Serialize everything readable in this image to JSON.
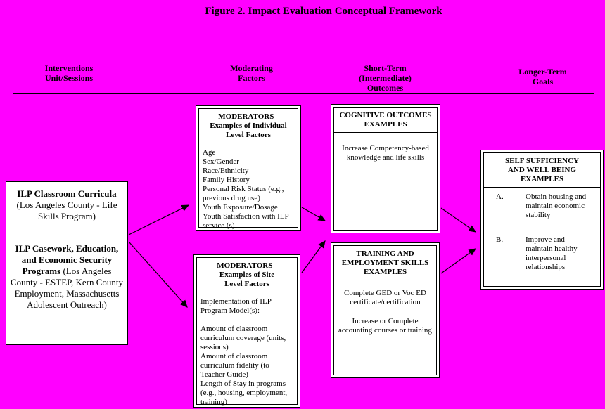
{
  "colors": {
    "background": "#FF00FF",
    "box_bg": "#FFFFFF",
    "line": "#000000"
  },
  "title": "Figure 2. Impact Evaluation Conceptual Framework",
  "columns": [
    {
      "lines": [
        "Interventions",
        "Unit/Sessions"
      ]
    },
    {
      "lines": [
        "Moderating",
        "Factors"
      ]
    },
    {
      "lines": [
        "Short-Term",
        "(Intermediate)",
        "Outcomes"
      ]
    },
    {
      "lines": [
        "Longer-Term",
        "Goals"
      ]
    }
  ],
  "boxes": {
    "interventions": {
      "para1_bold": "ILP Classroom Curricula",
      "para1_rest": "(Los Angeles County - Life Skills Program)",
      "para2_bold": "ILP Casework, Education, and Economic Security Programs",
      "para2_rest": " (Los Angeles County - ESTEP, Kern County Employment, Massachusetts Adolescent Outreach)"
    },
    "moderators_individual": {
      "header": [
        "MODERATORS -",
        "Examples of Individual",
        "Level Factors"
      ],
      "items": [
        "Age",
        "Sex/Gender",
        "Race/Ethnicity",
        "Family History",
        "Personal Risk Status (e.g., previous drug use)",
        "Youth Exposure/Dosage",
        "Youth Satisfaction with ILP service (s)"
      ]
    },
    "moderators_site": {
      "header": [
        "MODERATORS -",
        "Examples of Site",
        "Level Factors"
      ],
      "items": [
        "Implementation of ILP Program Model(s):",
        "",
        "Amount of classroom curriculum coverage (units, sessions)",
        "Amount of classroom curriculum fidelity (to Teacher Guide)",
        "Length of Stay in programs (e.g., housing, employment, training)"
      ]
    },
    "cognitive": {
      "header": [
        "COGNITIVE OUTCOMES",
        "EXAMPLES"
      ],
      "body": "Increase Competency-based knowledge and life skills"
    },
    "training": {
      "header": [
        "TRAINING AND",
        "EMPLOYMENT SKILLS",
        "EXAMPLES"
      ],
      "body1": "Complete GED or Voc ED certificate/certification",
      "body2": "Increase or Complete accounting courses or training"
    },
    "self_sufficiency": {
      "header": [
        "SELF SUFFICIENCY",
        "AND WELL BEING",
        "EXAMPLES"
      ],
      "items": [
        {
          "letter": "A.",
          "text": "Obtain housing and maintain economic stability"
        },
        {
          "letter": "B.",
          "text": "Improve and maintain healthy interpersonal relationships"
        }
      ]
    }
  }
}
